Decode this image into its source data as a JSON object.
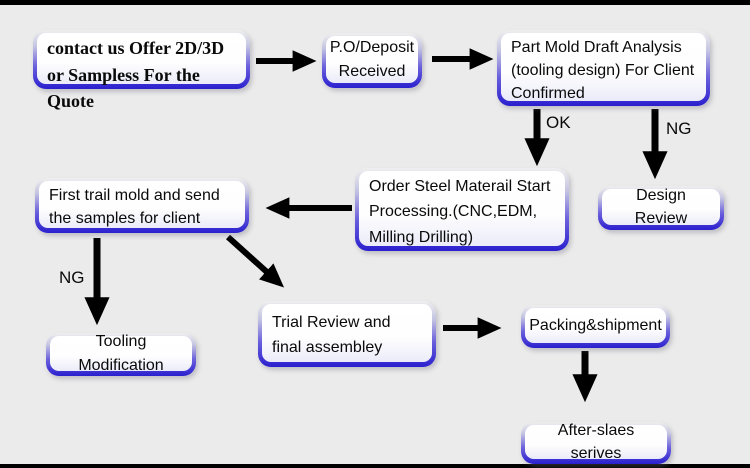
{
  "canvas": {
    "background_color": "#ebebeb",
    "frame_bar_color": "#000000",
    "node_border_color": "#2a1fce",
    "node_fill_color": "#ffffff",
    "arrow_color": "#000000",
    "text_color": "#0a0a0a"
  },
  "flowchart": {
    "nodes": [
      {
        "id": "contact",
        "label": "contact us Offer 2D/3D or Sampless For the Quote"
      },
      {
        "id": "po_deposit",
        "label": "P.O/Deposit Received"
      },
      {
        "id": "draft_analysis",
        "label": "Part Mold Draft Analysis (tooling design) For Client Confirmed"
      },
      {
        "id": "order_steel",
        "label": "Order Steel Materail Start Processing.(CNC,EDM, Milling Drilling)"
      },
      {
        "id": "design_review",
        "label": "Design Review"
      },
      {
        "id": "first_trial",
        "label": "First trail mold and send the samples for client"
      },
      {
        "id": "tooling_mod",
        "label": "Tooling Modification"
      },
      {
        "id": "trial_review",
        "label": "Trial Review and final assembley"
      },
      {
        "id": "packing",
        "label": "Packing&shipment"
      },
      {
        "id": "after_sales",
        "label": "After-slaes serives"
      }
    ],
    "edge_labels": {
      "ok": "OK",
      "ng_to_design_review": "NG",
      "ng_to_tooling_mod": "NG"
    },
    "edges": [
      {
        "from": "contact",
        "to": "po_deposit"
      },
      {
        "from": "po_deposit",
        "to": "draft_analysis"
      },
      {
        "from": "draft_analysis",
        "to": "order_steel",
        "label": "OK"
      },
      {
        "from": "draft_analysis",
        "to": "design_review",
        "label": "NG"
      },
      {
        "from": "order_steel",
        "to": "first_trial"
      },
      {
        "from": "first_trial",
        "to": "tooling_mod",
        "label": "NG"
      },
      {
        "from": "first_trial",
        "to": "trial_review"
      },
      {
        "from": "trial_review",
        "to": "packing"
      },
      {
        "from": "packing",
        "to": "after_sales"
      }
    ]
  }
}
